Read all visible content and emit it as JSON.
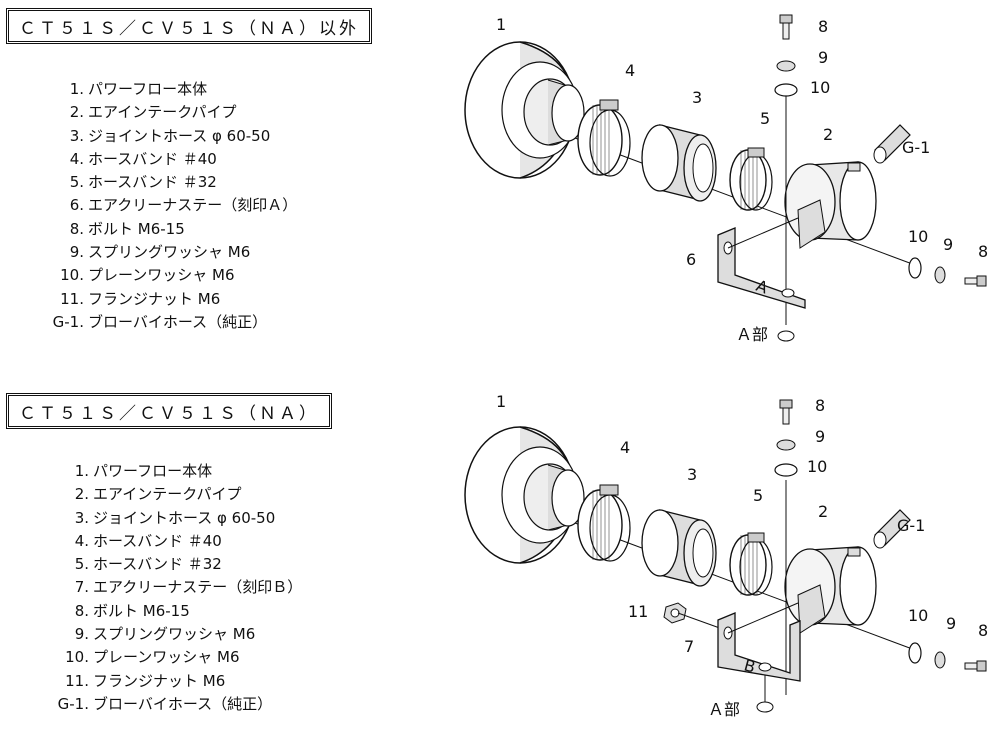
{
  "top": {
    "title": "ＣＴ５１Ｓ／ＣＶ５１Ｓ（ＮＡ）以外",
    "parts": [
      {
        "no": "1.",
        "name": "パワーフロー本体"
      },
      {
        "no": "2.",
        "name": "エアインテークパイプ"
      },
      {
        "no": "3.",
        "name": "ジョイントホース φ 60-50"
      },
      {
        "no": "4.",
        "name": "ホースバンド ＃40"
      },
      {
        "no": "5.",
        "name": "ホースバンド ＃32"
      },
      {
        "no": "6.",
        "name": "エアクリーナステー（刻印Ａ）"
      },
      {
        "no": "8.",
        "name": "ボルト M6-15"
      },
      {
        "no": "9.",
        "name": "スプリングワッシャ M6"
      },
      {
        "no": "10.",
        "name": "プレーンワッシャ M6"
      },
      {
        "no": "11.",
        "name": "フランジナット M6"
      },
      {
        "no": "G-1.",
        "name": "ブローバイホース（純正）"
      }
    ],
    "callouts": {
      "c1": "1",
      "c4": "4",
      "c3": "3",
      "c5": "5",
      "c2": "2",
      "c8a": "8",
      "c9a": "9",
      "c10a": "10",
      "g1": "G-1",
      "c10b": "10",
      "c9b": "9",
      "c8b": "8",
      "c6": "6",
      "stamp": "A",
      "part_a": "Ａ部"
    }
  },
  "bottom": {
    "title": "ＣＴ５１Ｓ／ＣＶ５１Ｓ（ＮＡ）",
    "parts": [
      {
        "no": "1.",
        "name": "パワーフロー本体"
      },
      {
        "no": "2.",
        "name": "エアインテークパイプ"
      },
      {
        "no": "3.",
        "name": "ジョイントホース φ 60-50"
      },
      {
        "no": "4.",
        "name": "ホースバンド ＃40"
      },
      {
        "no": "5.",
        "name": "ホースバンド ＃32"
      },
      {
        "no": "7.",
        "name": "エアクリーナステー（刻印Ｂ）"
      },
      {
        "no": "8.",
        "name": "ボルト M6-15"
      },
      {
        "no": "9.",
        "name": "スプリングワッシャ M6"
      },
      {
        "no": "10.",
        "name": "プレーンワッシャ M6"
      },
      {
        "no": "11.",
        "name": "フランジナット M6"
      },
      {
        "no": "G-1.",
        "name": "ブローバイホース（純正）"
      }
    ],
    "callouts": {
      "c1": "1",
      "c4": "4",
      "c3": "3",
      "c5": "5",
      "c2": "2",
      "c8a": "8",
      "c9a": "9",
      "c10a": "10",
      "g1": "G-1",
      "c11": "11",
      "c7": "7",
      "c10b": "10",
      "c9b": "9",
      "c8b": "8",
      "stamp": "B",
      "part_a": "Ａ部"
    }
  }
}
